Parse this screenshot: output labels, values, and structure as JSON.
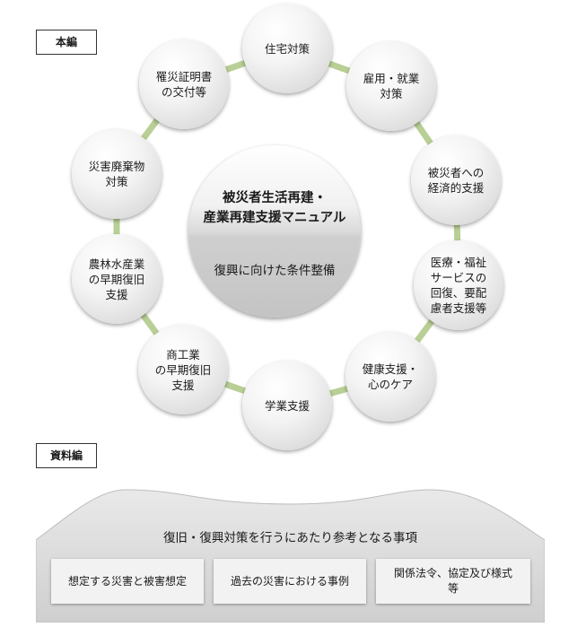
{
  "main_tag": "本編",
  "appendix_tag": "資料編",
  "center": {
    "title": "被災者生活再建・\n産業再建支援マニュアル",
    "subtitle": "復興に向けた条件整備"
  },
  "ring_items": [
    "住宅対策",
    "雇用・就業\n対策",
    "被災者への\n経済的支援",
    "医療・福祉\nサービスの\n回復、要配\n慮者支援等",
    "健康支援・\n心のケア",
    "学業支援",
    "商工業\nの早期復旧\n支援",
    "農林水産業\nの早期復旧\n支援",
    "災害廃棄物\n対策",
    "罹災証明書\nの交付等"
  ],
  "appendix": {
    "title": "復旧・復興対策を行うにあたり参考となる事項",
    "boxes": [
      "想定する災害と被害想定",
      "過去の災害における事例",
      "関係法令、協定及び様式\n等"
    ]
  },
  "colors": {
    "connector": "#b8cf95",
    "bubble_shadow": "#999999",
    "mountain_fill": "#d6d6d6",
    "box_fill": "#f2f2f2"
  }
}
